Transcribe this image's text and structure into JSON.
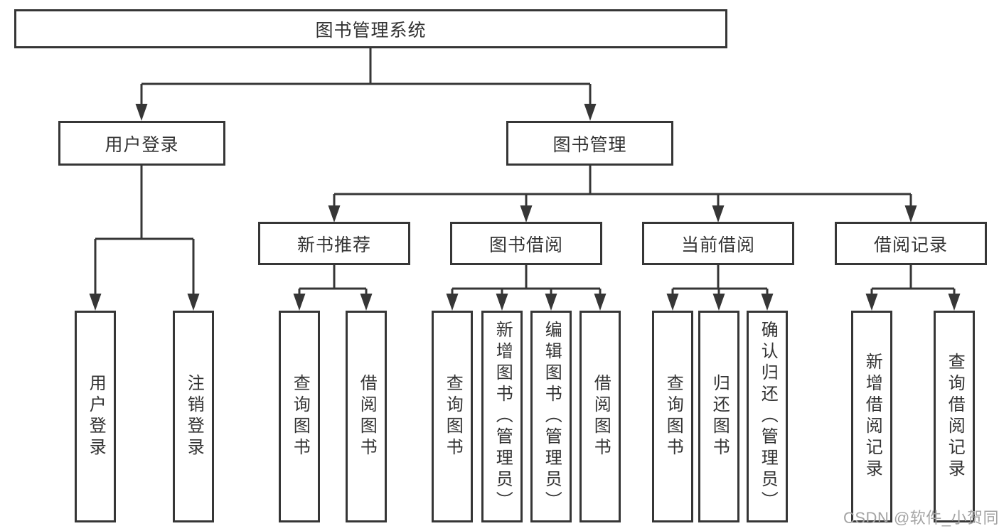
{
  "diagram": {
    "root": "图书管理系统",
    "branches": {
      "user_login": {
        "label": "用户登录",
        "children": [
          "用户登录",
          "注销登录"
        ]
      },
      "book_mgmt": {
        "label": "图书管理",
        "sections": {
          "new_books": {
            "label": "新书推荐",
            "children": [
              "查询图书",
              "借阅图书"
            ]
          },
          "book_borrow": {
            "label": "图书借阅",
            "children": [
              "查询图书",
              "新增图书（管理员）",
              "编辑图书（管理员）",
              "借阅图书"
            ]
          },
          "current_borrow": {
            "label": "当前借阅",
            "children": [
              "查询图书",
              "归还图书",
              "确认归还（管理员）"
            ]
          },
          "borrow_records": {
            "label": "借阅记录",
            "children": [
              "新增借阅记录",
              "查询借阅记录"
            ]
          }
        }
      }
    },
    "watermark": "CSDN @软件_小贺同学"
  },
  "colors": {
    "line": "#363636",
    "text": "#333333",
    "watermark": "#a3a3a3",
    "background": "#ffffff"
  }
}
